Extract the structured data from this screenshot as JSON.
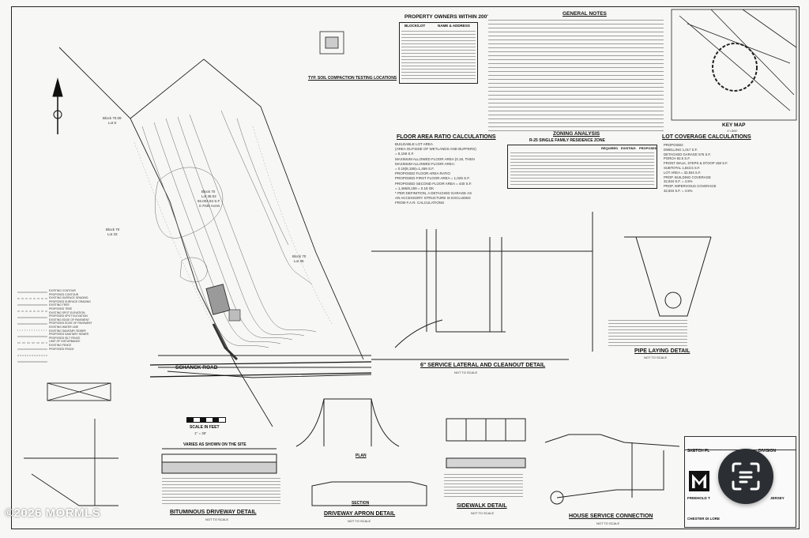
{
  "sheet": {
    "property_owners_title": "PROPERTY OWNERS WITHIN 200'",
    "property_owners_cols": [
      "BLOCK/LOT",
      "NAME & ADDRESS"
    ],
    "general_notes_title": "GENERAL NOTES",
    "compaction_title": "TYP. SOIL COMPACTION TESTING LOCATIONS",
    "key_map_title": "KEY MAP",
    "key_map_scale": "1\"=300'",
    "far_title": "FLOOR AREA RATIO CALCULATIONS",
    "far_lines": [
      "BUILDABLE LOT AREA",
      "(AREA OUTSIDE OF WETLANDS AND BUFFERS)",
      "= 8,159 S.F.",
      "MAXIMUM ALLOWED FLOOR AREA (0.18, THEN",
      "MAXIMUM ALLOWED FLOOR AREA:",
      "= 0.18(8,159)=1,469 S.F.",
      "PROPOSED FLOOR AREA RATIO",
      "PROPOSED FIRST FLOOR AREA = 1,025 S.F.",
      "PROPOSED SECOND FLOOR AREA = 440 S.F.",
      "= 1,465/8,159 = 0.18 OK",
      "* PER DEFINITION, A DETACHED GARAGE AS",
      "AN ACCESSORY STRUCTURE IS EXCLUDED",
      "FROM F.A.R. CALCULATIONS"
    ],
    "zoning_title": "ZONING ANALYSIS",
    "zoning_subtitle": "R-25 SINGLE FAMILY RESIDENCE ZONE",
    "zoning_cols": [
      "REQUIRED",
      "EXISTING",
      "PROPOSED"
    ],
    "lot_cov_title": "LOT COVERAGE CALCULATIONS",
    "lot_cov_lines": [
      "PROPOSED:",
      "DWELLING  1,017 S.F.",
      "DETACHED GARAGE  576 S.F.",
      "PORCH  92.5 S.F.",
      "FRONT WALK, STEPS & STOOP  158 S.F.",
      "SUBTOTAL  1,843.5 S.F.",
      "LOT AREA = 32,834 S.F.",
      "PROP. BUILDING COVERAGE",
      "32,834 S.F. = 4.5%",
      "PROP. IMPERVIOUS COVERAGE",
      "32,834 S.F. = 4.5%"
    ],
    "block_labels": [
      "Block 70.09",
      "Lot 8",
      "Block 70",
      "Lot 38.02",
      "Block 70",
      "Lot 33",
      "Block 70",
      "Lot 35"
    ],
    "lot_info": [
      "92,004.84 S.F.",
      "0.7045 Acres"
    ],
    "road_label": "SCHANCK ROAD",
    "scale_label": "SCALE IN FEET",
    "scale_value": "1\" = 30'",
    "sewer_title": "6\" SERVICE LATERAL AND CLEANOUT DETAIL",
    "sewer_note": "NOT TO SCALE",
    "pipe_title": "PIPE LAYING DETAIL",
    "pipe_note": "NOT TO SCALE",
    "driveway_title": "BITUMINOUS DRIVEWAY DETAIL",
    "driveway_note": "NOT TO SCALE",
    "driveway_varies": "VARIES AS SHOWN ON THE SITE",
    "apron_title": "DRIVEWAY APRON DETAIL",
    "apron_note": "NOT TO SCALE",
    "apron_plan": "PLAN",
    "apron_section": "SECTION",
    "sidewalk_title": "SIDEWALK DETAIL",
    "sidewalk_note": "NOT TO SCALE",
    "house_service_title": "HOUSE SERVICE CONNECTION",
    "house_service_note": "NOT TO SCALE",
    "silt_title": "SILT FENCE DETAIL",
    "title_block": {
      "sketch": "SKETCH PL",
      "division": "DIVISION",
      "freehold": "FREEHOLD T",
      "jersey": "JERSEY",
      "firm": "CHESTER DI LORE"
    },
    "legend_items": [
      "EXISTING CONTOUR",
      "PROPOSED CONTOUR",
      "EXISTING SURFACE GRADING",
      "PROPOSED SURFACE GRADING",
      "EXISTING TREE",
      "PROPOSED TREE",
      "EXISTING SPOT ELEVATION",
      "PROPOSED SPOT ELEVATION",
      "EXISTING EDGE OF PAVEMENT",
      "PROPOSED EDGE OF PAVEMENT",
      "EXISTING WATER LINE",
      "EXISTING SANITARY SEWER",
      "PROPOSED SANITARY SEWER",
      "PROPOSED SILT FENCE",
      "LIMIT OF DISTURBANCE",
      "EXISTING FENCE",
      "PROPOSED FENCE"
    ]
  },
  "watermark": "©2026 MORMLS",
  "icons": {
    "scan_fab": "document-scan-icon",
    "north_arrow": "north-arrow-icon"
  },
  "colors": {
    "fab": "#2b2f33",
    "fab_icon": "#ffffff",
    "sheet": "#f7f7f5",
    "ink": "#111111"
  }
}
